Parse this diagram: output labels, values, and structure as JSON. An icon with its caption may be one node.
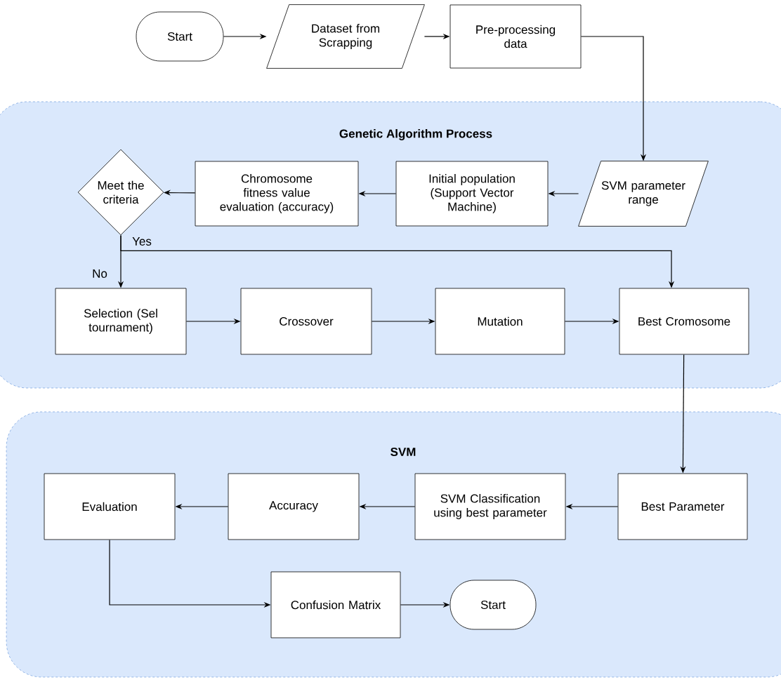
{
  "diagram": {
    "nodes": [
      {
        "text": [
          "Start"
        ]
      },
      {
        "text": [
          "Dataset from Scrapping"
        ]
      },
      {
        "text": [
          "Pre-processing data"
        ]
      },
      {
        "text": [
          "Genetic Algorithm Process"
        ]
      },
      {
        "text": [
          "SVM parameter range"
        ],
        "in": 3
      },
      {
        "text": [
          "Initial population (Support Vector Machine)"
        ],
        "in": 3
      },
      {
        "text": [
          "Chromosome fitness value evaluation (accuracy)"
        ],
        "in": 3
      },
      {
        "text": [
          "Meet the criteria"
        ],
        "in": 3
      },
      {
        "text": [
          "Selection (Sel tournament)"
        ],
        "in": 3
      },
      {
        "text": [
          "Crossover"
        ],
        "in": 3
      },
      {
        "text": [
          "Mutation"
        ],
        "in": 3
      },
      {
        "text": [
          "Best Cromosome"
        ],
        "in": 3
      },
      {
        "text": [
          "SVM"
        ]
      },
      {
        "text": [
          "Best Parameter"
        ],
        "in": 12
      },
      {
        "text": [
          "SVM Classification using best parameter"
        ],
        "in": 12
      },
      {
        "text": [
          "Accuracy"
        ],
        "in": 12
      },
      {
        "text": [
          "Evaluation"
        ],
        "in": 12
      },
      {
        "text": [
          "Confusion Matrix"
        ],
        "in": 12
      },
      {
        "text": [
          "Start"
        ],
        "in": 12
      }
    ],
    "edges": [
      {
        "from": 0,
        "to": 1,
        "arrow": "to"
      },
      {
        "from": 1,
        "to": 2,
        "arrow": "to"
      },
      {
        "from": 2,
        "to": 4,
        "arrow": "to"
      },
      {
        "from": 4,
        "to": 5,
        "arrow": "to"
      },
      {
        "from": 5,
        "to": 6,
        "arrow": "to"
      },
      {
        "from": 6,
        "to": 7,
        "arrow": "to"
      },
      {
        "from": 7,
        "to": 11,
        "arrow": "to",
        "label": "Yes"
      },
      {
        "from": 7,
        "to": 8,
        "arrow": "to",
        "label": "No"
      },
      {
        "from": 8,
        "to": 9,
        "arrow": "to"
      },
      {
        "from": 9,
        "to": 10,
        "arrow": "to"
      },
      {
        "from": 10,
        "to": 11,
        "arrow": "to"
      },
      {
        "from": 11,
        "to": 13,
        "arrow": "to"
      },
      {
        "from": 13,
        "to": 14,
        "arrow": "to"
      },
      {
        "from": 14,
        "to": 15,
        "arrow": "to"
      },
      {
        "from": 15,
        "to": 16,
        "arrow": "to"
      },
      {
        "from": 16,
        "to": 17,
        "arrow": "to"
      },
      {
        "from": 17,
        "to": 18,
        "arrow": "to"
      }
    ]
  }
}
